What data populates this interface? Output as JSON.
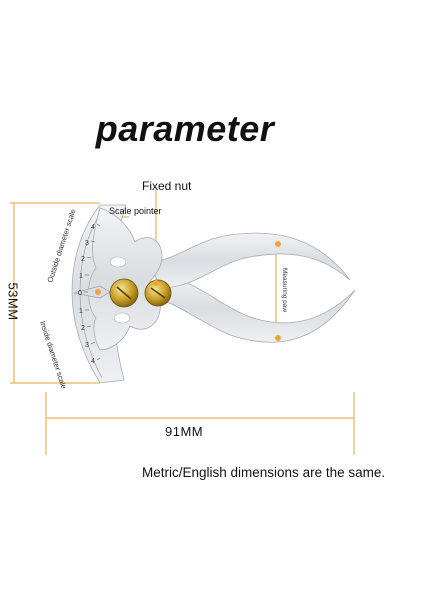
{
  "heading": "parameter",
  "labels": {
    "fixed_nut": "Fixed nut",
    "scale_pointer": "Scale pointer",
    "outside_scale": "Outside diameter scale",
    "inside_scale": "Inside diameter scale",
    "measuring_paw": "Measuring paw"
  },
  "dimensions": {
    "width": "91MM",
    "height": "53MM"
  },
  "scale_ticks": [
    "4",
    "3",
    "2",
    "1",
    "0",
    "1",
    "2",
    "3",
    "4"
  ],
  "note": "Metric/English dimensions are the same.",
  "colors": {
    "dimension_line": "#e8a23a",
    "marker_dot": "#f2a33a",
    "screw_gold": "#c9a227",
    "steel": "#d6d9dd"
  }
}
